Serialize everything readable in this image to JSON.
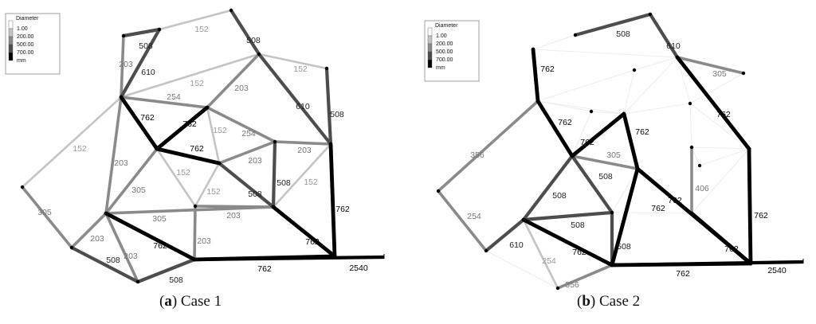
{
  "panels": [
    {
      "id": "case1",
      "caption": {
        "letter": "a",
        "text": "Case 1"
      },
      "legend": {
        "title": "Diameter",
        "ticks": [
          "1.00",
          "200.00",
          "500.00",
          "700.00"
        ],
        "unit": "mm"
      },
      "outlet_label": "2540",
      "pipes": [
        {
          "label": "508",
          "shade": "dark"
        },
        {
          "label": "152",
          "shade": "light"
        },
        {
          "label": "508",
          "shade": "dark"
        },
        {
          "label": "203",
          "shade": "mid"
        },
        {
          "label": "610",
          "shade": "dark"
        },
        {
          "label": "152",
          "shade": "light"
        },
        {
          "label": "152",
          "shade": "light"
        },
        {
          "label": "254",
          "shade": "mid"
        },
        {
          "label": "203",
          "shade": "mid"
        },
        {
          "label": "610",
          "shade": "dark"
        },
        {
          "label": "508",
          "shade": "dark"
        },
        {
          "label": "152",
          "shade": "light"
        },
        {
          "label": "762",
          "shade": "black"
        },
        {
          "label": "762",
          "shade": "black"
        },
        {
          "label": "762",
          "shade": "black"
        },
        {
          "label": "152",
          "shade": "light"
        },
        {
          "label": "254",
          "shade": "mid"
        },
        {
          "label": "203",
          "shade": "mid"
        },
        {
          "label": "203",
          "shade": "mid"
        },
        {
          "label": "203",
          "shade": "mid"
        },
        {
          "label": "305",
          "shade": "mid"
        },
        {
          "label": "152",
          "shade": "light"
        },
        {
          "label": "152",
          "shade": "light"
        },
        {
          "label": "508",
          "shade": "dark"
        },
        {
          "label": "508",
          "shade": "dark"
        },
        {
          "label": "152",
          "shade": "light"
        },
        {
          "label": "305",
          "shade": "mid"
        },
        {
          "label": "203",
          "shade": "mid"
        },
        {
          "label": "762",
          "shade": "black"
        },
        {
          "label": "305",
          "shade": "mid"
        },
        {
          "label": "203",
          "shade": "mid"
        },
        {
          "label": "508",
          "shade": "dark"
        },
        {
          "label": "203",
          "shade": "mid"
        },
        {
          "label": "762",
          "shade": "black"
        },
        {
          "label": "203",
          "shade": "mid"
        },
        {
          "label": "508",
          "shade": "dark"
        },
        {
          "label": "762",
          "shade": "black"
        },
        {
          "label": "762",
          "shade": "black"
        }
      ]
    },
    {
      "id": "case2",
      "caption": {
        "letter": "b",
        "text": "Case 2"
      },
      "legend": {
        "title": "Diameter",
        "ticks": [
          "1.00",
          "200.00",
          "500.00",
          "700.00"
        ],
        "unit": "mm"
      },
      "outlet_label": "2540",
      "pipes": [
        {
          "label": "508",
          "shade": "dark"
        },
        {
          "label": "610",
          "shade": "dark"
        },
        {
          "label": "305",
          "shade": "mid"
        },
        {
          "label": "762",
          "shade": "black"
        },
        {
          "label": "762",
          "shade": "black"
        },
        {
          "label": "762",
          "shade": "black"
        },
        {
          "label": "762",
          "shade": "black"
        },
        {
          "label": "762",
          "shade": "black"
        },
        {
          "label": "762",
          "shade": "black"
        },
        {
          "label": "356",
          "shade": "mid"
        },
        {
          "label": "305",
          "shade": "mid"
        },
        {
          "label": "508",
          "shade": "dark"
        },
        {
          "label": "508",
          "shade": "dark"
        },
        {
          "label": "762",
          "shade": "black"
        },
        {
          "label": "406",
          "shade": "mid"
        },
        {
          "label": "254",
          "shade": "mid"
        },
        {
          "label": "508",
          "shade": "dark"
        },
        {
          "label": "508",
          "shade": "dark"
        },
        {
          "label": "610",
          "shade": "dark"
        },
        {
          "label": "254",
          "shade": "light"
        },
        {
          "label": "762",
          "shade": "black"
        },
        {
          "label": "356",
          "shade": "mid"
        },
        {
          "label": "762",
          "shade": "black"
        },
        {
          "label": "762",
          "shade": "black"
        },
        {
          "label": "762",
          "shade": "black"
        }
      ]
    }
  ]
}
